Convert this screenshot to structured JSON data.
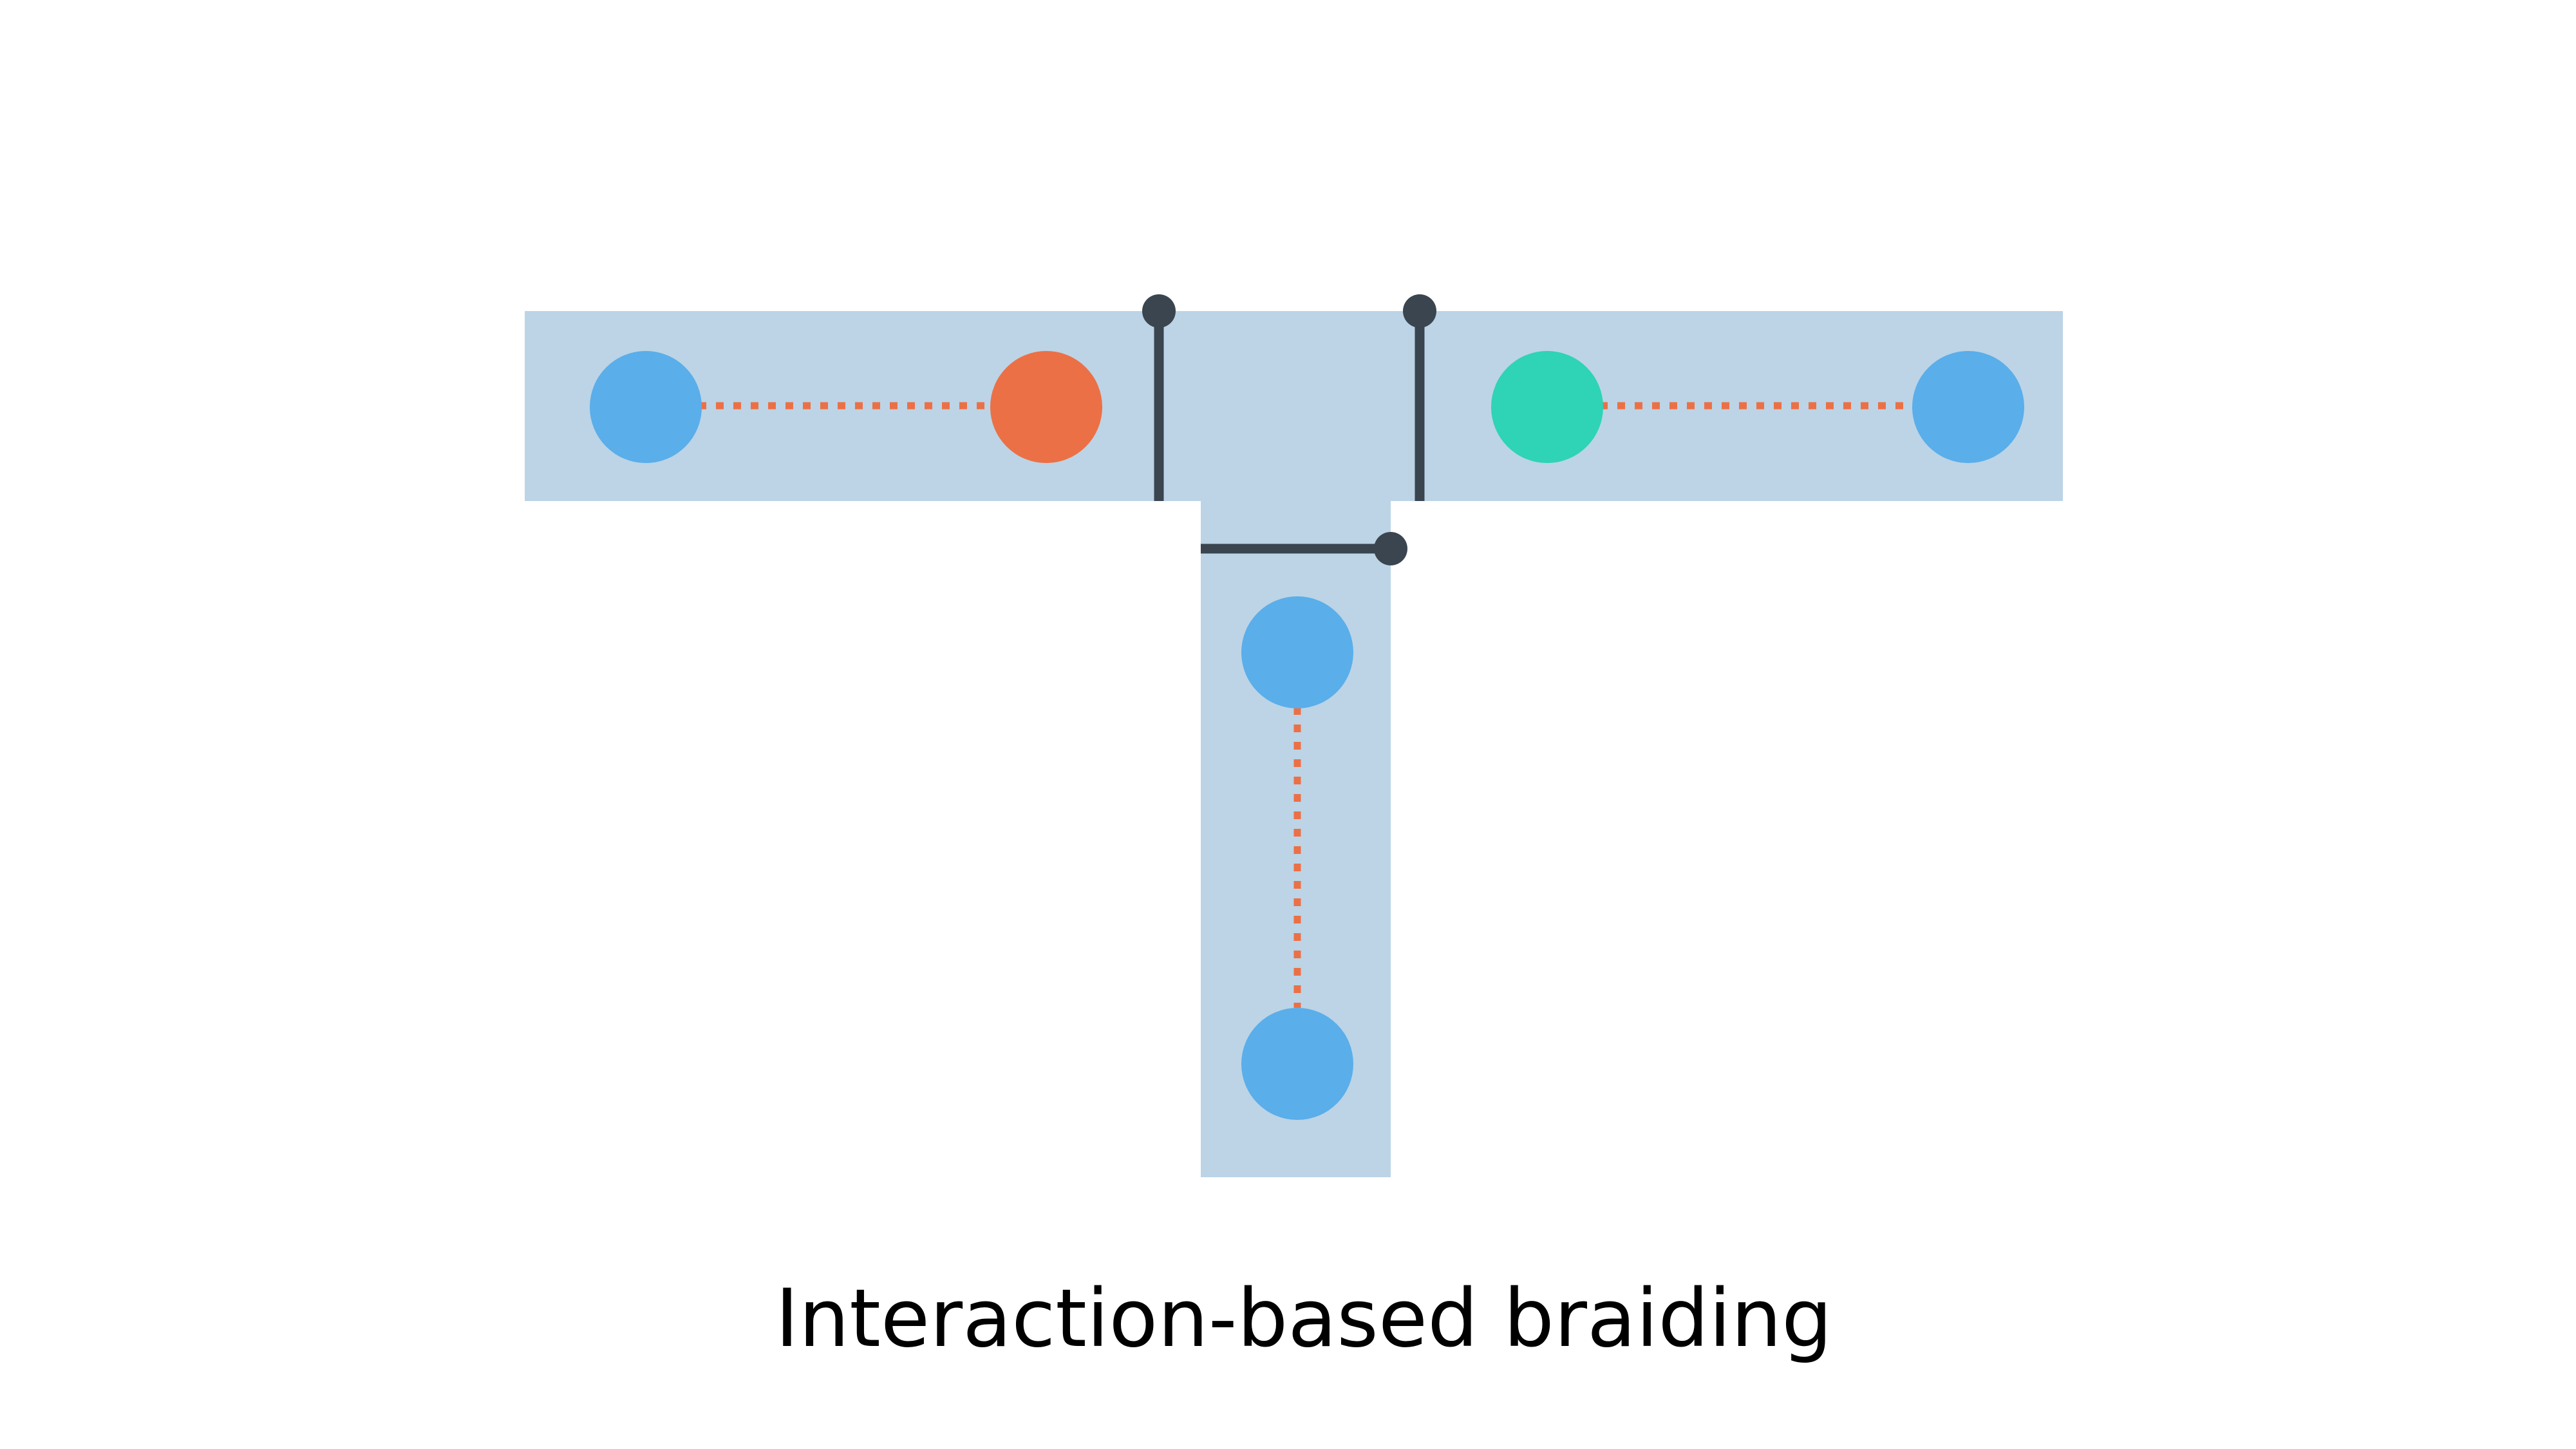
{
  "caption": "Interaction-based braiding",
  "colors": {
    "background": "#ffffff",
    "wire": "#bcd4e6",
    "majorana_default": "#5aaeea",
    "majorana_highlight_orange": "#ec7045",
    "majorana_highlight_teal": "#2fd3b5",
    "dotted_link": "#ec7045",
    "gate": "#3a4550",
    "caption_text": "#000000"
  },
  "icons": {
    "majorana_mode": "filled-circle",
    "gate": "pin-handle"
  }
}
